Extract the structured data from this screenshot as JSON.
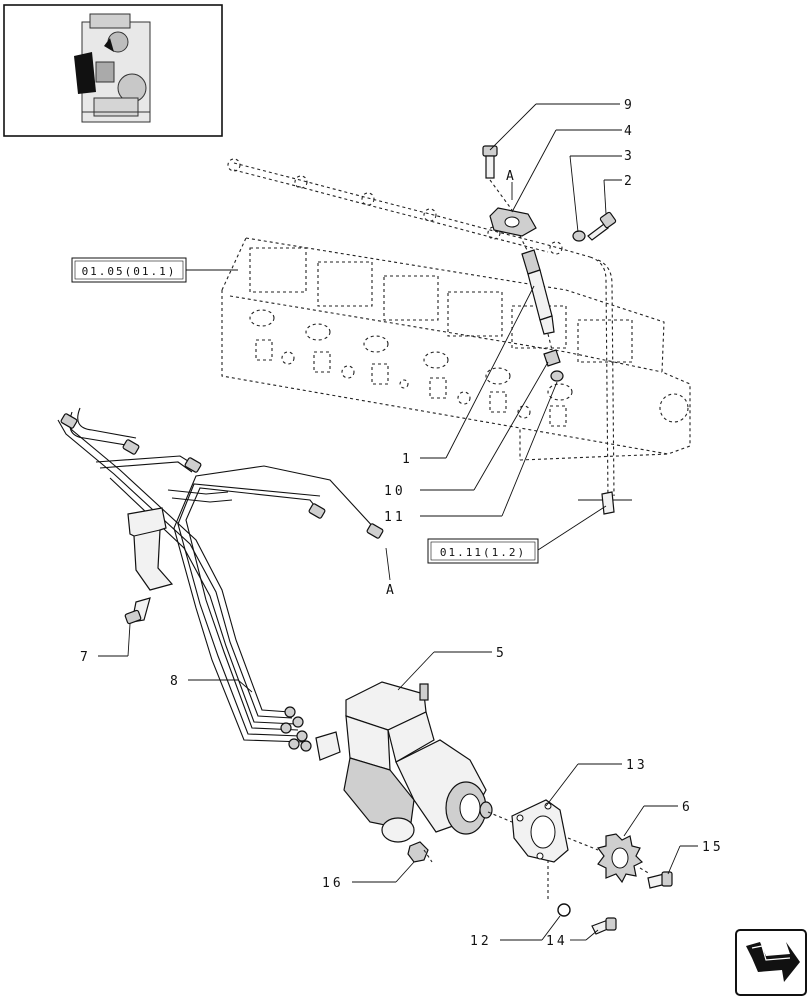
{
  "callouts": [
    {
      "id": "c9",
      "text": "9"
    },
    {
      "id": "c4",
      "text": "4"
    },
    {
      "id": "c3",
      "text": "3"
    },
    {
      "id": "c2",
      "text": "2"
    },
    {
      "id": "c1",
      "text": "1"
    },
    {
      "id": "c10",
      "text": "10"
    },
    {
      "id": "c11",
      "text": "11"
    },
    {
      "id": "c7",
      "text": "7"
    },
    {
      "id": "c8",
      "text": "8"
    },
    {
      "id": "c5",
      "text": "5"
    },
    {
      "id": "c13",
      "text": "13"
    },
    {
      "id": "c6",
      "text": "6"
    },
    {
      "id": "c15",
      "text": "15"
    },
    {
      "id": "c16",
      "text": "16"
    },
    {
      "id": "c12",
      "text": "12"
    },
    {
      "id": "c14",
      "text": "14"
    }
  ],
  "refs": {
    "head_ref": "01.05(01.1)",
    "return_ref": "01.11(1.2)"
  },
  "markers": {
    "a_top": "A",
    "a_bottom": "A"
  },
  "icons": {
    "thumbnail": "engine-thumbnail",
    "nav": "double-arrow-nav-icon"
  }
}
